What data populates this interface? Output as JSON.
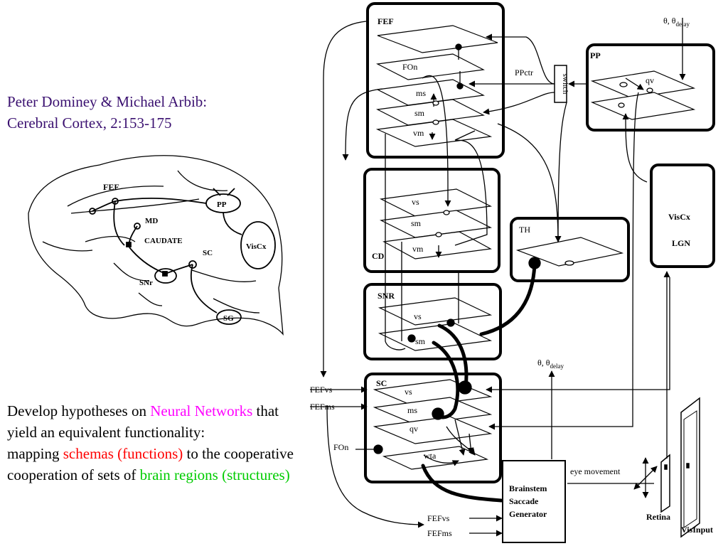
{
  "citation": {
    "line1": "Peter Dominey & Michael Arbib:",
    "line2": "Cerebral Cortex, 2:153-175"
  },
  "description": {
    "part1": "Develop hypotheses on ",
    "part2": "Neural Networks",
    "part3": " that yield an equivalent functionality:",
    "part4": "mapping ",
    "part5": "schemas (functions)",
    "part6": " to the cooperative cooperation of sets of ",
    "part7": "brain regions (structures)"
  },
  "colors": {
    "citation": "#3a1070",
    "neural_networks": "#ff00ff",
    "schemas": "#ff0000",
    "brain_regions": "#00cc00"
  },
  "brain_sketch": {
    "fef": "FEF",
    "md": "MD",
    "caudate": "CAUDATE",
    "pp": "PP",
    "sc": "SC",
    "snr": "SNr",
    "viscx": "VisCx",
    "sg": "SG"
  },
  "model": {
    "fef": {
      "title": "FEF",
      "layers": [
        "FOn",
        "ms",
        "sm",
        "vm"
      ]
    },
    "cd": {
      "title": "CD",
      "layers": [
        "vs",
        "sm",
        "vm"
      ]
    },
    "snr": {
      "title": "SNR",
      "layers": [
        "vs",
        "sm"
      ]
    },
    "sc": {
      "title": "SC",
      "layers": [
        "vs",
        "ms",
        "qv",
        "wta"
      ]
    },
    "pp": {
      "title": "PP",
      "layer": "qv"
    },
    "th": {
      "title": "TH"
    },
    "viscx_lgn": {
      "line1": "VisCx",
      "line2": "LGN"
    },
    "brainstem": {
      "line1": "Brainstem",
      "line2": "Saccade",
      "line3": "Generator"
    },
    "labels": {
      "ppctr": "PPctr",
      "switch": "switch",
      "theta_main": "θ, θ",
      "theta_sub": "delay",
      "fefvs": "FEFvs",
      "fefms": "FEFms",
      "fon_in": "FOn",
      "eye_movement": "eye movement",
      "retina": "Retina",
      "visinput": "VisInput"
    }
  }
}
